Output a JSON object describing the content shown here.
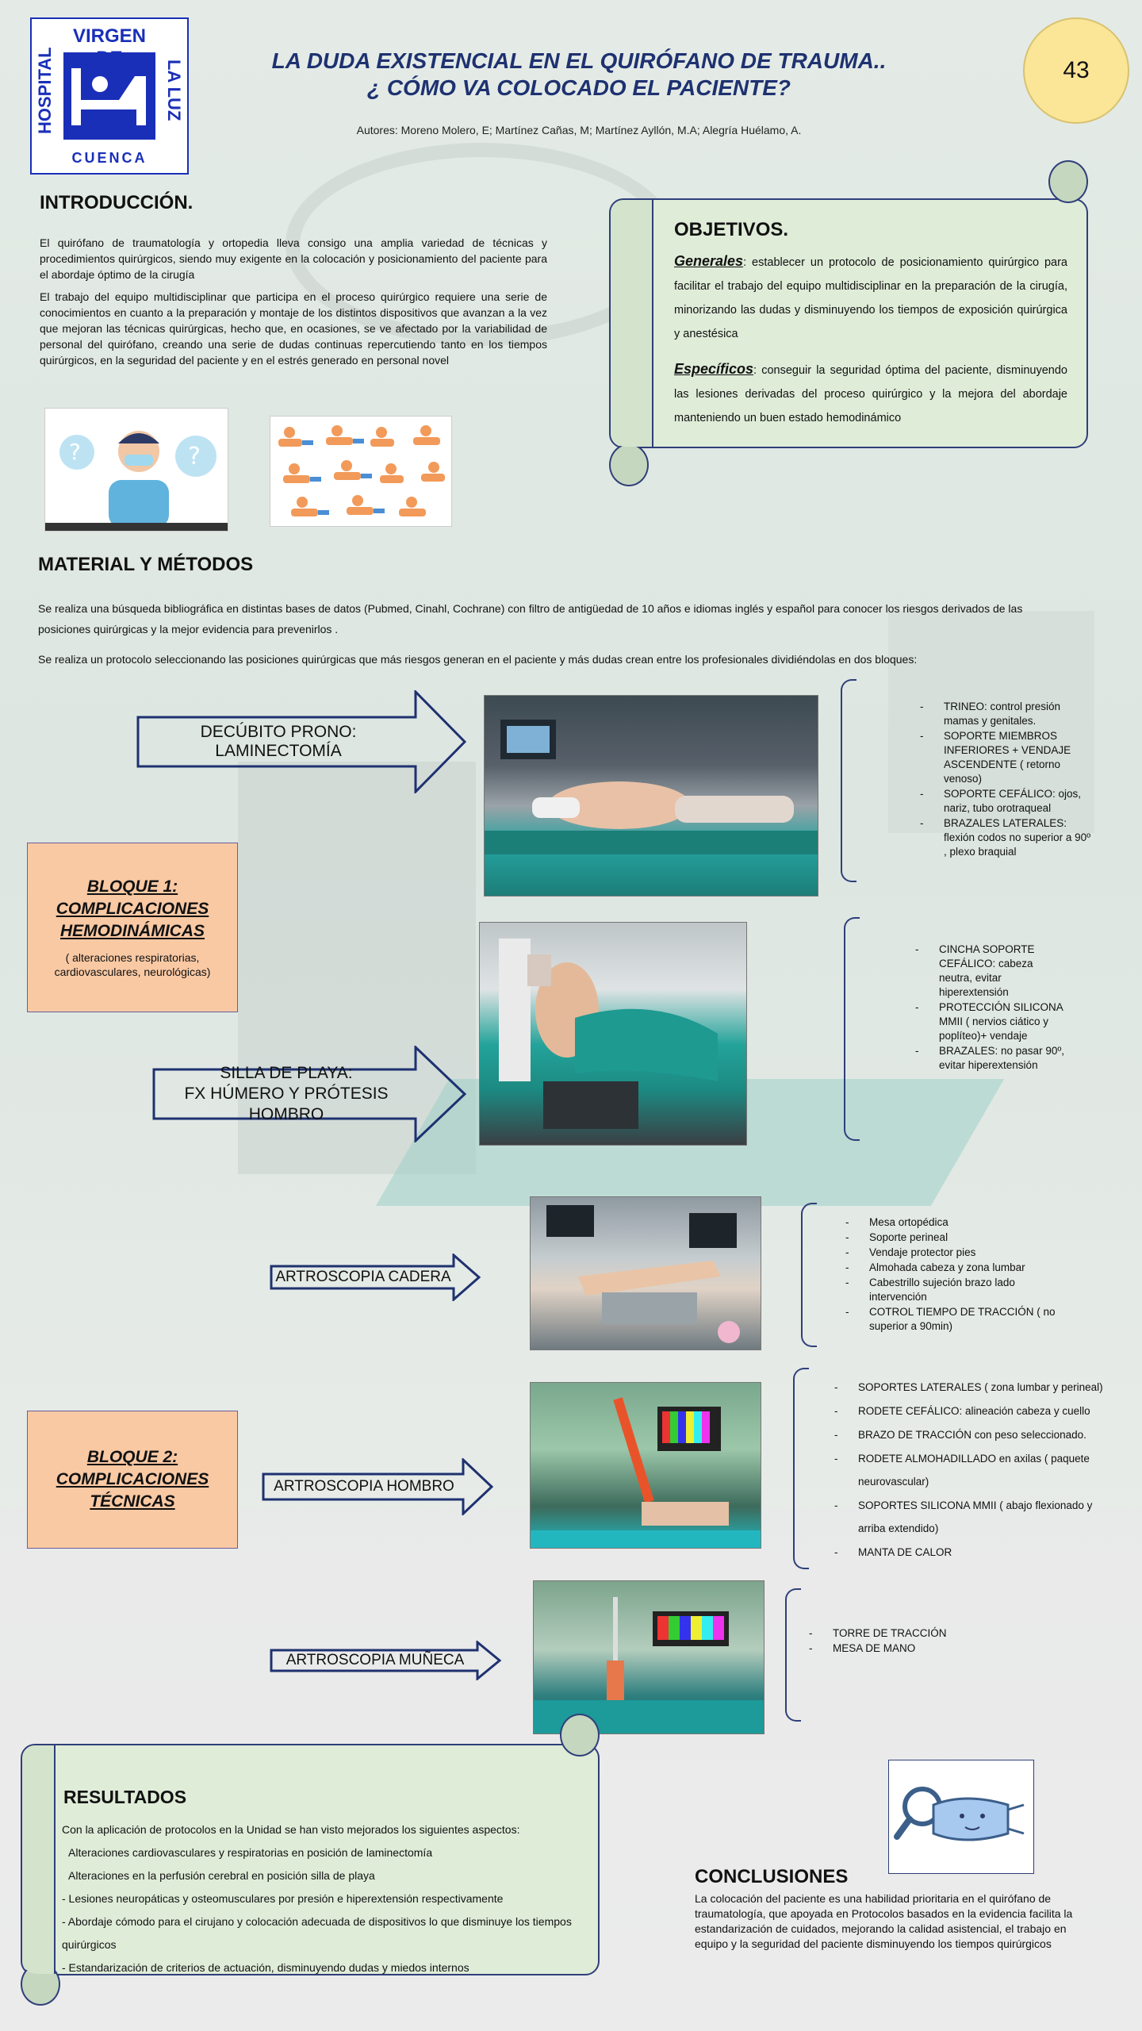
{
  "badge_number": "43",
  "logo": {
    "top": "VIRGEN DE",
    "left_side": "HOSPITAL",
    "right_side": "LA LUZ",
    "bottom": "CUENCA"
  },
  "title": {
    "line1": "LA DUDA EXISTENCIAL EN EL QUIRÓFANO DE TRAUMA..",
    "line2": "¿ CÓMO VA COLOCADO EL PACIENTE?"
  },
  "authors": "Autores: Moreno Molero, E; Martínez Cañas, M; Martínez Ayllón, M.A; Alegría Huélamo, A.",
  "introduction": {
    "heading": "INTRODUCCIÓN.",
    "p1": "El quirófano de traumatología y ortopedia lleva consigo una amplia variedad de técnicas y procedimientos quirúrgicos, siendo muy exigente en la colocación y posicionamiento del paciente para el abordaje óptimo de la cirugía",
    "p2": "El trabajo del equipo multidisciplinar que participa en el proceso quirúrgico requiere una serie de conocimientos en cuanto a la preparación y montaje de los distintos dispositivos que avanzan a la vez que mejoran las técnicas quirúrgicas, hecho que, en ocasiones, se ve afectado por la variabilidad de personal del quirófano, creando una serie de dudas continuas repercutiendo tanto en los tiempos quirúrgicos, en la seguridad del paciente y en el estrés generado en personal novel"
  },
  "objectives": {
    "heading": "OBJETIVOS.",
    "general_label": "Generales",
    "general_text": ": establecer un protocolo de posicionamiento quirúrgico para facilitar el trabajo del equipo multidisciplinar en la preparación de la cirugía, minorizando las dudas y disminuyendo los tiempos de exposición quirúrgica y anestésica",
    "specific_label": "Específicos",
    "specific_text": ": conseguir la seguridad óptima del paciente, disminuyendo las lesiones derivadas del proceso quirúrgico y la mejora del abordaje manteniendo un buen estado hemodinámico"
  },
  "methods": {
    "heading": "MATERIAL Y MÉTODOS",
    "p1": "Se realiza una búsqueda bibliográfica en distintas bases de datos (Pubmed, Cinahl, Cochrane) con filtro de antigüedad de 10 años e idiomas inglés y español para conocer los riesgos derivados de las posiciones quirúrgicas y la mejor evidencia para prevenirlos .",
    "p2": "Se realiza un protocolo seleccionando las posiciones quirúrgicas que más riesgos generan en el paciente y más dudas crean entre los profesionales dividiéndolas en dos bloques:"
  },
  "block1": {
    "title": "BLOQUE 1: COMPLICACIONES HEMODINÁMICAS",
    "subtitle": "( alteraciones respiratorias, cardiovasculares, neurológicas)"
  },
  "block2": {
    "title": "BLOQUE 2: COMPLICACIONES TÉCNICAS"
  },
  "positions": {
    "prone": {
      "label": "DECÚBITO PRONO: LAMINECTOMÍA",
      "items": [
        "TRINEO: control presión mamas y genitales.",
        "SOPORTE MIEMBROS INFERIORES + VENDAJE ASCENDENTE ( retorno venoso)",
        "SOPORTE CEFÁLICO: ojos, nariz, tubo orotraqueal",
        "BRAZALES LATERALES: flexión codos no superior a 90º , plexo braquial"
      ]
    },
    "beach": {
      "label_line1": "SILLA DE PLAYA:",
      "label_line2": "FX HÚMERO Y PRÓTESIS HOMBRO",
      "items": [
        "CINCHA SOPORTE CEFÁLICO: cabeza neutra, evitar hiperextensión",
        "PROTECCIÓN SILICONA MMII ( nervios ciático y poplíteo)+ vendaje",
        "BRAZALES: no pasar 90º, evitar hiperextensión"
      ]
    },
    "hip": {
      "label": "ARTROSCOPIA CADERA",
      "items": [
        "Mesa ortopédica",
        "Soporte perineal",
        "Vendaje protector pies",
        "Almohada cabeza y zona lumbar",
        "Cabestrillo sujeción brazo lado intervención",
        "COTROL TIEMPO DE TRACCIÓN ( no superior a 90min)"
      ]
    },
    "shoulder": {
      "label": "ARTROSCOPIA HOMBRO",
      "items": [
        "SOPORTES LATERALES ( zona lumbar y perineal)",
        "RODETE CEFÁLICO: alineación cabeza y cuello",
        "BRAZO DE TRACCIÓN con peso seleccionado.",
        "RODETE ALMOHADILLADO en axilas ( paquete neurovascular)",
        "SOPORTES SILICONA MMII ( abajo flexionado y arriba extendido)",
        "MANTA DE CALOR"
      ]
    },
    "wrist": {
      "label": "ARTROSCOPIA MUÑECA",
      "items": [
        "TORRE DE TRACCIÓN",
        "MESA DE MANO"
      ]
    }
  },
  "results": {
    "heading": "RESULTADOS",
    "intro": "Con la aplicación de protocolos en la Unidad se han visto mejorados los siguientes aspectos:",
    "items": [
      "Alteraciones cardiovasculares y respiratorias en posición de laminectomía",
      "Alteraciones en la perfusión cerebral en posición silla de playa",
      "- Lesiones neuropáticas y osteomusculares por presión e hiperextensión respectivamente",
      "- Abordaje cómodo para el cirujano y colocación adecuada de dispositivos lo que disminuye los tiempos quirúrgicos",
      "- Estandarización de criterios de actuación, disminuyendo dudas y miedos internos"
    ]
  },
  "conclusions": {
    "heading": "CONCLUSIONES",
    "text": "La colocación del paciente es una habilidad prioritaria en el quirófano de traumatología, que apoyada en Protocolos basados en la evidencia facilita la estandarización de cuidados, mejorando la calidad asistencial, el trabajo en equipo y la seguridad del paciente disminuyendo los tiempos quirúrgicos"
  },
  "colors": {
    "title_blue": "#1e3170",
    "logo_blue": "#1a2fb8",
    "block_orange": "#f9c9a4",
    "scroll_green": "#dfecd8",
    "badge_yellow": "#fbe698"
  }
}
